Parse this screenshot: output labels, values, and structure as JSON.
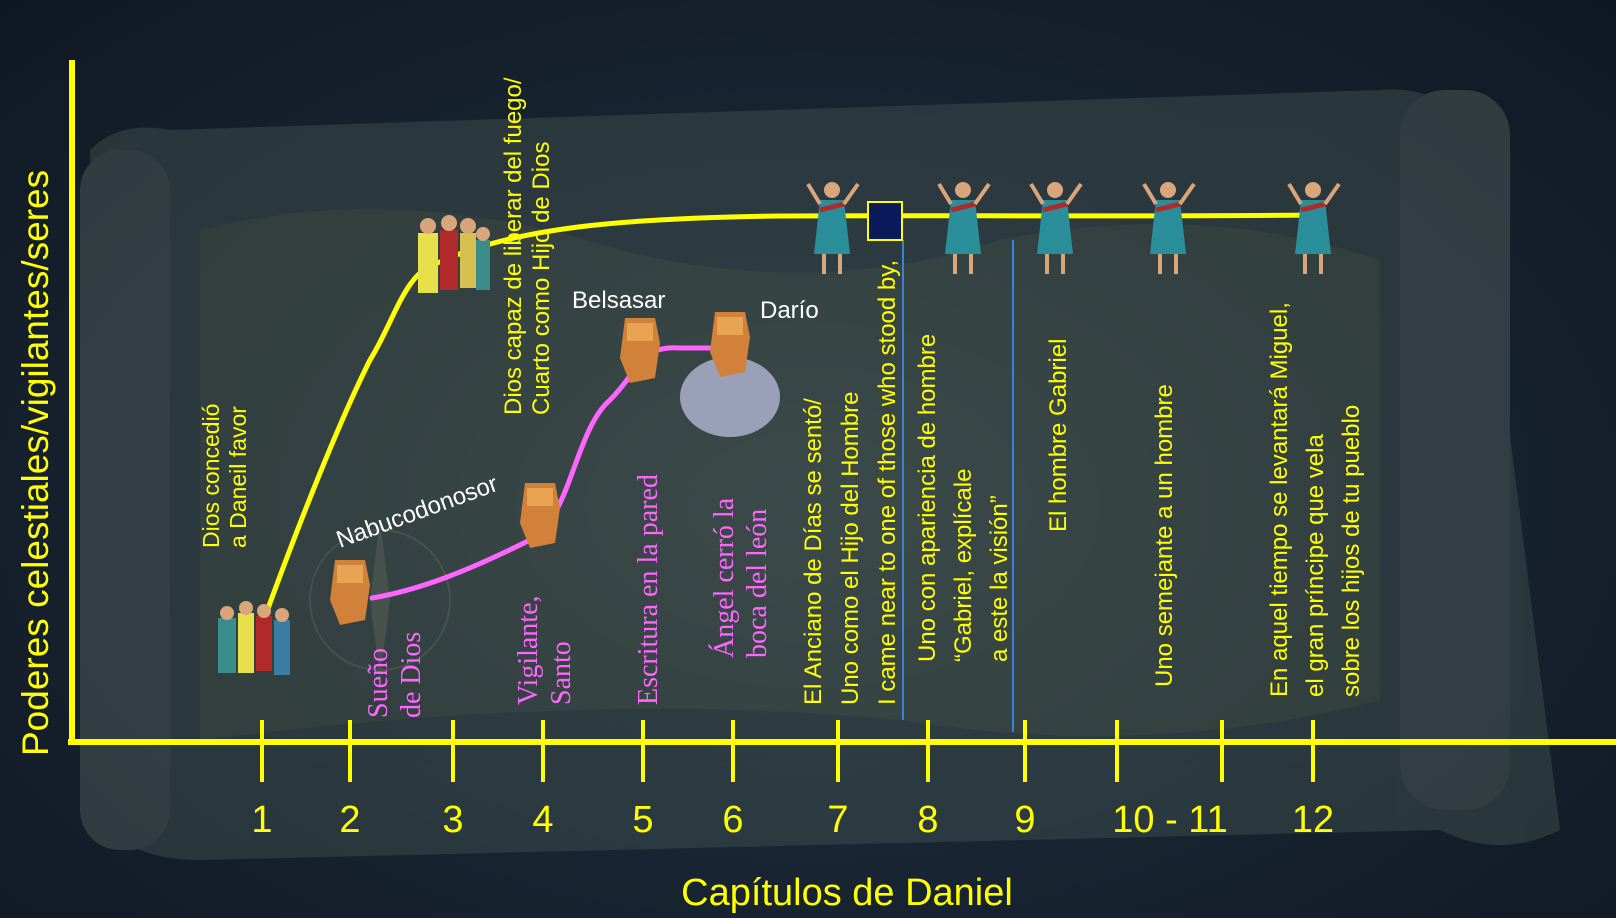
{
  "y_axis_label": "Poderes celestiales/vigilantes/seres",
  "x_axis_label": "Capítulos de Daniel",
  "ticks": [
    "1",
    "2",
    "3",
    "4",
    "5",
    "6",
    "7",
    "8",
    "9",
    "10 - 11",
    "12"
  ],
  "colors": {
    "axis": "#ffff00",
    "heavenly_line": "#ffff00",
    "king_line": "#ff66ff",
    "divider": "#3b82d6"
  },
  "kings": {
    "nabucodonosor": "Nabucodonosor",
    "belsasar": "Belsasar",
    "dario": "Darío"
  },
  "pink_labels": {
    "ch2": "Sueño\nde Dios",
    "ch4": "Vigilante,\nSanto",
    "ch5": "Escritura en la pared",
    "ch6": "Ángel cerró la\nboca del león"
  },
  "yellow_labels": {
    "ch1": "Dios concedió\na Daneil favor",
    "ch3": "Dios capaz de liberar del fuego/\nCuarto como Hijo de Dios",
    "ch7": "El Anciano de Días se sentó/\nUno como el Hijo del Hombre\nI came near to one of those who stood by,",
    "ch8": "Uno con apariencia de hombre\n“Gabriel, explícale\na este la visión”",
    "ch9": "El hombre Gabriel",
    "ch10_11": "Uno semejante a un hombre",
    "ch12": "En aquel tiempo se levantará Miguel,\nel gran príncipe que vela\nsobre los hijos de tu pueblo"
  },
  "icons": {
    "group": "people-group-icon",
    "king_head": "king-head-icon",
    "angel": "angel-figure-icon"
  }
}
